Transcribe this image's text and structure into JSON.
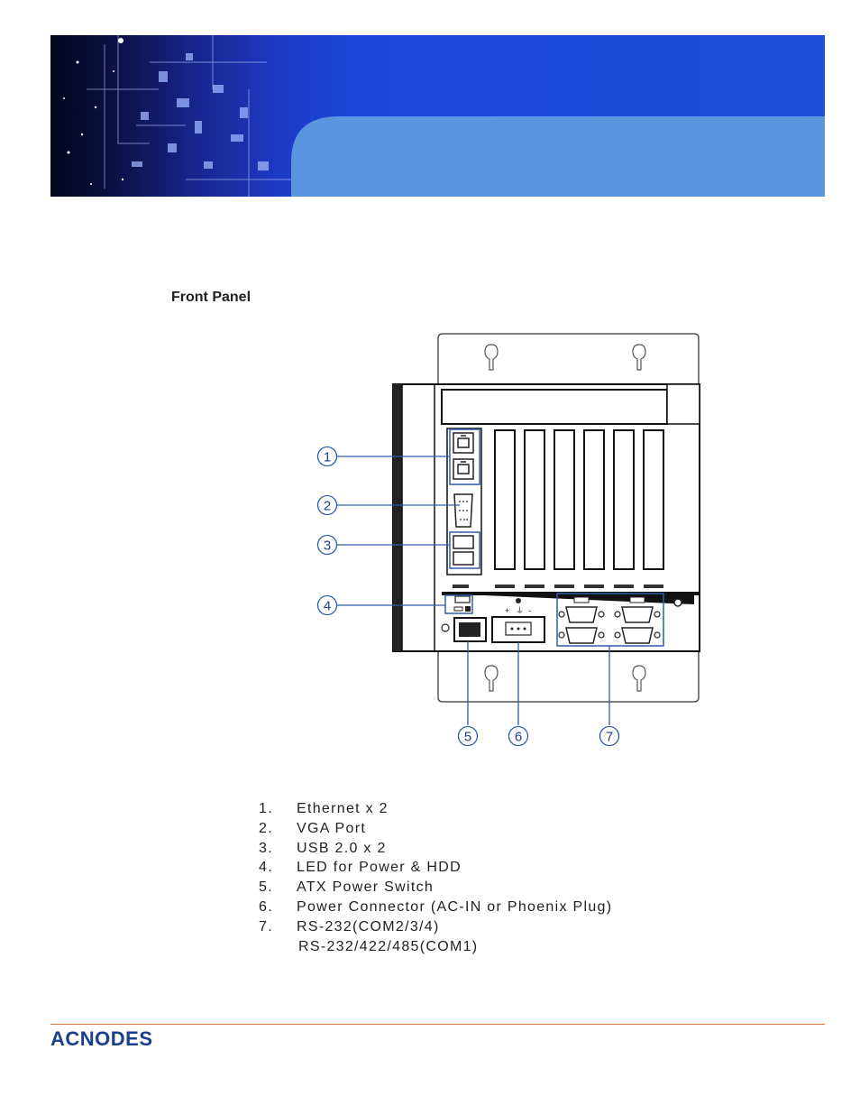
{
  "section_title": "Front Panel",
  "callouts": [
    "1",
    "2",
    "3",
    "4",
    "5",
    "6",
    "7"
  ],
  "legend": [
    {
      "num": "1.",
      "text": "Ethernet x 2"
    },
    {
      "num": "2.",
      "text": "VGA Port"
    },
    {
      "num": "3.",
      "text": "USB 2.0 x 2"
    },
    {
      "num": "4.",
      "text": "LED for Power & HDD"
    },
    {
      "num": "5.",
      "text": "ATX Power Switch"
    },
    {
      "num": "6.",
      "text": "Power Connector (AC-IN or Phoenix Plug)"
    },
    {
      "num": "7.",
      "text": "RS-232(COM2/3/4)"
    }
  ],
  "legend_continuation": "RS-232/422/485(COM1)",
  "logo_text": "ACNODES",
  "colors": {
    "banner_dark": "#1d4fd9",
    "banner_light": "#5a95e0",
    "footer_rule": "#d9773a",
    "logo": "#1a3f8f",
    "callout_line": "#2d5fa8"
  }
}
